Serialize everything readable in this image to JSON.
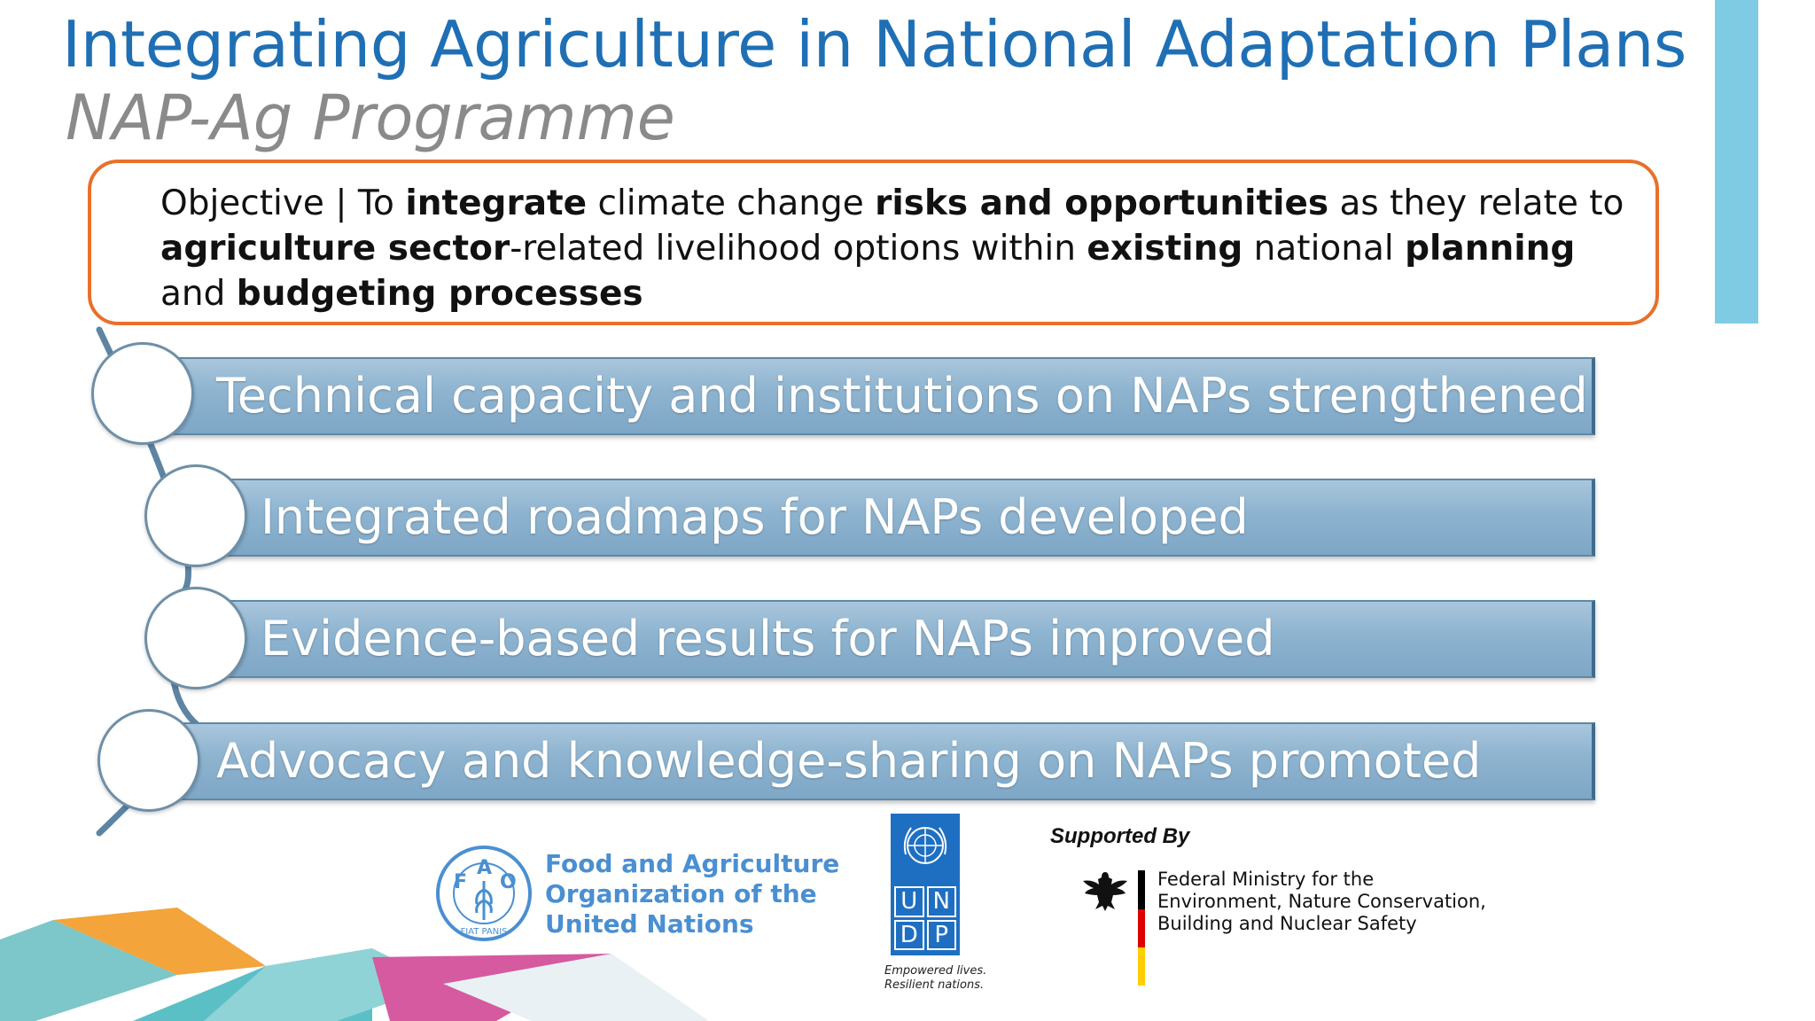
{
  "slide": {
    "title": "Integrating Agriculture in National Adaptation Plans",
    "subtitle": "NAP-Ag Programme"
  },
  "objective": {
    "p1": "Objective | To ",
    "b1": "integrate",
    "p2": " climate change ",
    "b2": "risks and opportunities",
    "p3": " as they relate to ",
    "b3": "agriculture sector",
    "p4": "-related livelihood options within ",
    "b4": "existing",
    "p5": " national ",
    "b5": "planning",
    "p6": " and ",
    "b6": "budgeting processes"
  },
  "outputs": [
    {
      "label": "Technical capacity and institutions on NAPs strengthened"
    },
    {
      "label": "Integrated roadmaps for NAPs developed"
    },
    {
      "label": "Evidence-based results for NAPs improved"
    },
    {
      "label": "Advocacy and knowledge-sharing on NAPs promoted"
    }
  ],
  "logos": {
    "fao": {
      "emblem_letters": [
        "F",
        "A",
        "O"
      ],
      "motto": "FIAT PANIS",
      "name_lines": [
        "Food and Agriculture",
        "Organization of the",
        "United Nations"
      ]
    },
    "undp": {
      "letters": [
        "U",
        "N",
        "D",
        "P"
      ],
      "tagline_lines": [
        "Empowered lives.",
        "Resilient nations."
      ]
    },
    "supported_by": "Supported By",
    "bmu": {
      "name_lines": [
        "Federal Ministry for the",
        "Environment, Nature Conservation,",
        "Building and Nuclear Safety"
      ]
    }
  },
  "colors": {
    "title": "#1f6fb5",
    "subtitle": "#8a8a8a",
    "objective_border": "#e8702a",
    "bar": "#8db3cf",
    "accent_bar": "#7fcbe3",
    "undp_blue": "#1e6fc2",
    "fao_blue": "#4a8fd1"
  }
}
